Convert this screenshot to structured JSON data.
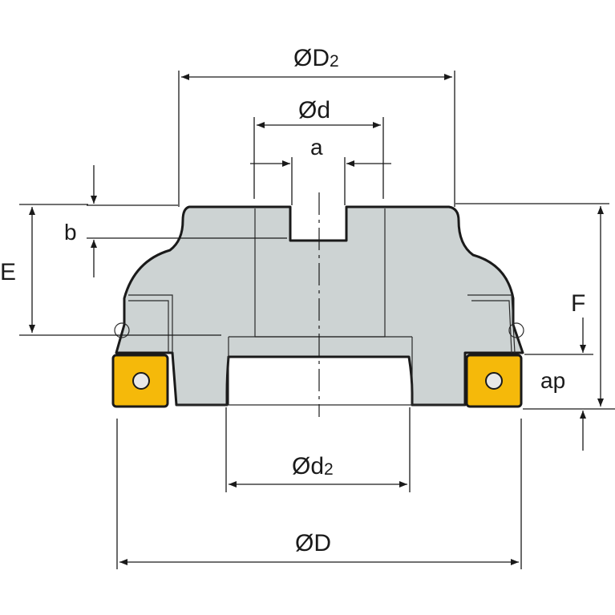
{
  "labels": {
    "D2": "ØD",
    "D2_sub": "2",
    "d": "Ød",
    "a": "a",
    "b": "b",
    "E": "E",
    "F": "F",
    "ap": "ap",
    "d2": "Ød",
    "d2_sub": "2",
    "D": "ØD"
  },
  "colors": {
    "body": "#cdd3d3",
    "insert": "#f5b90a",
    "line": "#1a1a1a"
  }
}
